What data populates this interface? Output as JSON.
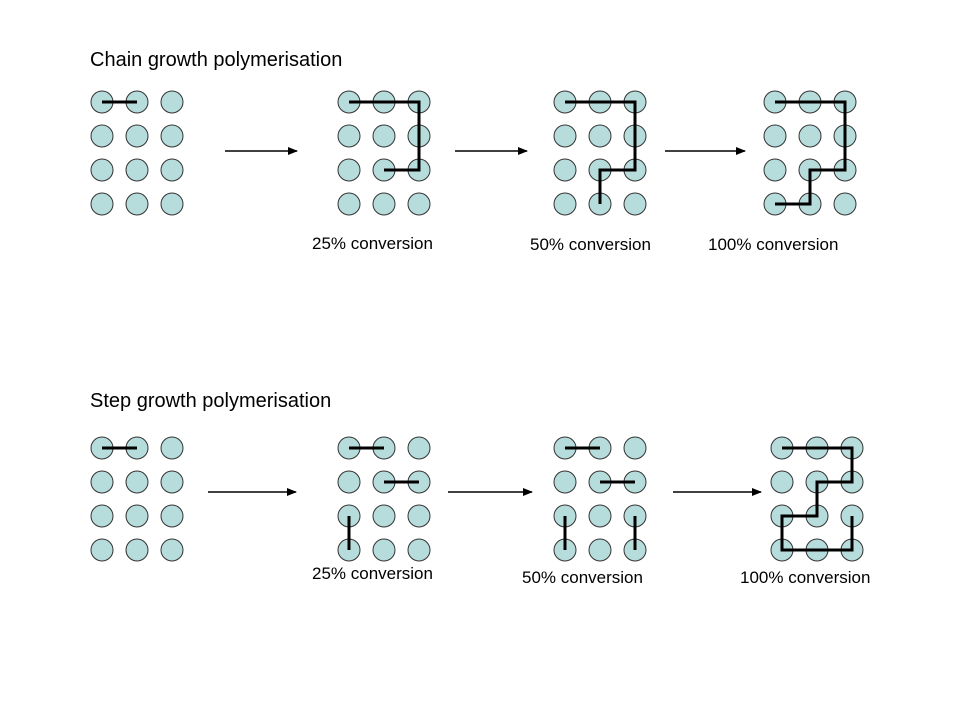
{
  "colors": {
    "monomer_fill": "#b6dcdc",
    "monomer_stroke": "#333333",
    "bond": "#000000",
    "arrow": "#000000"
  },
  "panels": [
    {
      "id": "chain",
      "title": "Chain growth polymerisation",
      "stages": [
        {
          "caption": "",
          "bonds": [
            [
              [
                0,
                0
              ],
              [
                1,
                0
              ]
            ]
          ]
        },
        {
          "caption": "25% conversion",
          "bonds": [
            [
              [
                0,
                0
              ],
              [
                2,
                0
              ],
              [
                2,
                2
              ],
              [
                1,
                2
              ]
            ]
          ]
        },
        {
          "caption": "50% conversion",
          "bonds": [
            [
              [
                0,
                0
              ],
              [
                2,
                0
              ],
              [
                2,
                2
              ],
              [
                1,
                2
              ],
              [
                1,
                3
              ]
            ]
          ]
        },
        {
          "caption": "100% conversion",
          "bonds": [
            [
              [
                0,
                0
              ],
              [
                2,
                0
              ],
              [
                2,
                2
              ],
              [
                1,
                2
              ],
              [
                1,
                3
              ],
              [
                0,
                3
              ]
            ]
          ]
        }
      ]
    },
    {
      "id": "step",
      "title": "Step growth polymerisation",
      "stages": [
        {
          "caption": "",
          "bonds": [
            [
              [
                0,
                0
              ],
              [
                1,
                0
              ]
            ]
          ]
        },
        {
          "caption": "25% conversion",
          "bonds": [
            [
              [
                0,
                0
              ],
              [
                1,
                0
              ]
            ],
            [
              [
                1,
                1
              ],
              [
                2,
                1
              ]
            ],
            [
              [
                0,
                2
              ],
              [
                0,
                3
              ]
            ]
          ]
        },
        {
          "caption": "50% conversion",
          "bonds": [
            [
              [
                0,
                0
              ],
              [
                1,
                0
              ]
            ],
            [
              [
                1,
                1
              ],
              [
                2,
                1
              ]
            ],
            [
              [
                0,
                2
              ],
              [
                0,
                3
              ]
            ],
            [
              [
                2,
                2
              ],
              [
                2,
                3
              ]
            ]
          ]
        },
        {
          "caption": "100% conversion",
          "bonds": [
            [
              [
                0,
                0
              ],
              [
                2,
                0
              ],
              [
                2,
                1
              ],
              [
                1,
                1
              ],
              [
                1,
                2
              ],
              [
                0,
                2
              ],
              [
                0,
                3
              ],
              [
                2,
                3
              ],
              [
                2,
                2
              ]
            ]
          ]
        }
      ]
    }
  ]
}
